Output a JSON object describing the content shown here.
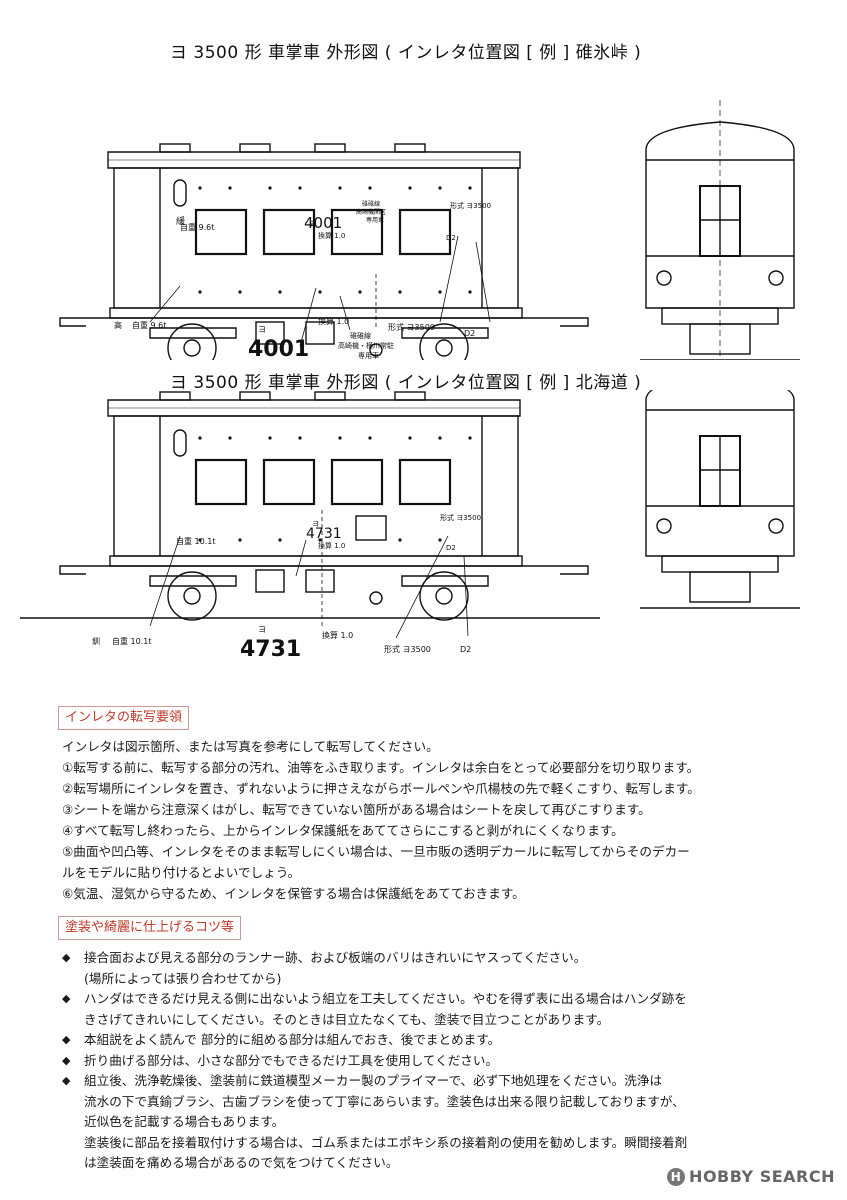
{
  "diagram1": {
    "title": "ヨ 3500 形 車掌車 外形図 ( インレタ位置図 [ 例 ] 碓氷峠 )",
    "car_number": "4001",
    "car_number_prefix": "ヨ",
    "labels": {
      "loose": "緩",
      "weight_top": "自重 9.6t",
      "weight_bottom_a": "高",
      "weight_bottom_b": "自重 9.6t",
      "capacity": "換算 1.0",
      "capacity_bottom": "換算 1.0",
      "type": "形式 ヨ3500",
      "type_bottom": "形式 ヨ3500",
      "d2": "D2",
      "d2_bottom": "D2",
      "assign_1": "碓碓線",
      "assign_2": "高崎機関区",
      "assign_3": "専用車",
      "assign_b1": "碓碓線",
      "assign_b2": "高崎機・横川常駐",
      "assign_b3": "専用車"
    }
  },
  "diagram2": {
    "title": "ヨ 3500 形 車掌車 外形図 ( インレタ位置図 [ 例 ] 北海道 )",
    "car_number": "4731",
    "car_number_prefix": "ヨ",
    "labels": {
      "weight_top": "自重 10.1t",
      "weight_bottom_a": "釧",
      "weight_bottom_b": "自重 10.1t",
      "capacity": "換算 1.0",
      "capacity_bottom": "換算 1.0",
      "type": "形式 ヨ3500",
      "type_bottom": "形式 ヨ3500",
      "d2": "D2",
      "d2_bottom": "D2"
    }
  },
  "section1": {
    "heading": "インレタの転写要領",
    "lines": [
      "インレタは図示箇所、または写真を参考にして転写してください。",
      "①転写する前に、転写する部分の汚れ、油等をふき取ります。インレタは余白をとって必要部分を切り取ります。",
      "②転写場所にインレタを置き、ずれないように押さえながらボールペンや爪楊枝の先で軽くこすり、転写します。",
      "③シートを端から注意深くはがし、転写できていない箇所がある場合はシートを戻して再びこすります。",
      "④すべて転写し終わったら、上からインレタ保護紙をあててさらにこすると剥がれにくくなります。",
      "⑤曲面や凹凸等、インレタをそのまま転写しにくい場合は、一旦市販の透明デカールに転写してからそのデカー",
      "ルをモデルに貼り付けるとよいでしょう。",
      "⑥気温、湿気から守るため、インレタを保管する場合は保護紙をあてておきます。"
    ]
  },
  "section2": {
    "heading": "塗装や綺麗に仕上げるコツ等",
    "bullet": "◆",
    "items": [
      {
        "lines": [
          "接合面および見える部分のランナー跡、および板端のバリはきれいにヤスってください。",
          "(場所によっては張り合わせてから)"
        ]
      },
      {
        "lines": [
          "ハンダはできるだけ見える側に出ないよう組立を工夫してください。やむを得ず表に出る場合はハンダ跡を",
          "きさげてきれいにしてください。そのときは目立たなくても、塗装で目立つことがあります。"
        ]
      },
      {
        "lines": [
          "本組説をよく読んで 部分的に組める部分は組んでおき、後でまとめます。"
        ]
      },
      {
        "lines": [
          "折り曲げる部分は、小さな部分でもできるだけ工具を使用してください。"
        ]
      },
      {
        "lines": [
          "組立後、洗浄乾燥後、塗装前に鉄道模型メーカー製のプライマーで、必ず下地処理をください。洗浄は",
          "流水の下で真鍮ブラシ、古歯ブラシを使って丁寧にあらいます。塗装色は出来る限り記載しておりますが、",
          "近似色を記載する場合もあります。",
          "塗装後に部品を接着取付けする場合は、ゴム系またはエポキシ系の接着剤の使用を勧めします。瞬間接着剤",
          "は塗装面を痛める場合があるので気をつけてください。"
        ]
      }
    ]
  },
  "watermark": {
    "text": "HOBBY SEARCH",
    "logo_letter": "H"
  }
}
